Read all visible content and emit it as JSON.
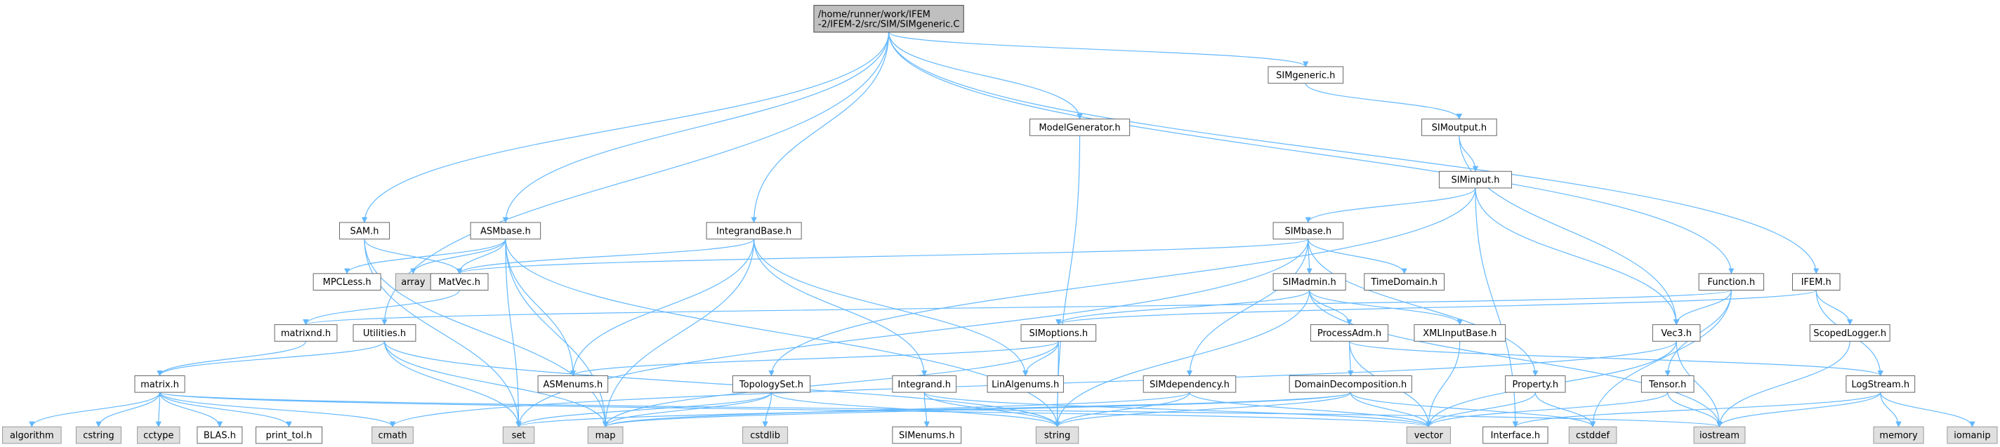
{
  "graph": {
    "edge_color": "#63b8ff",
    "nodes": [
      {
        "id": "root",
        "lines": [
          "/home/runner/work/IFEM",
          "-2/IFEM-2/src/SIM/SIMgeneric.C"
        ],
        "kind": "root"
      },
      {
        "id": "SIMgeneric.h",
        "lines": [
          "SIMgeneric.h"
        ],
        "kind": "local"
      },
      {
        "id": "ModelGenerator.h",
        "lines": [
          "ModelGenerator.h"
        ],
        "kind": "local"
      },
      {
        "id": "SIMoutput.h",
        "lines": [
          "SIMoutput.h"
        ],
        "kind": "local"
      },
      {
        "id": "SIMinput.h",
        "lines": [
          "SIMinput.h"
        ],
        "kind": "local"
      },
      {
        "id": "SAM.h",
        "lines": [
          "SAM.h"
        ],
        "kind": "local"
      },
      {
        "id": "ASMbase.h",
        "lines": [
          "ASMbase.h"
        ],
        "kind": "local"
      },
      {
        "id": "IntegrandBase.h",
        "lines": [
          "IntegrandBase.h"
        ],
        "kind": "local"
      },
      {
        "id": "SIMbase.h",
        "lines": [
          "SIMbase.h"
        ],
        "kind": "local"
      },
      {
        "id": "MPCLess.h",
        "lines": [
          "MPCLess.h"
        ],
        "kind": "local"
      },
      {
        "id": "array",
        "lines": [
          "array"
        ],
        "kind": "system"
      },
      {
        "id": "MatVec.h",
        "lines": [
          "MatVec.h"
        ],
        "kind": "local"
      },
      {
        "id": "SIMadmin.h",
        "lines": [
          "SIMadmin.h"
        ],
        "kind": "local"
      },
      {
        "id": "TimeDomain.h",
        "lines": [
          "TimeDomain.h"
        ],
        "kind": "local"
      },
      {
        "id": "Function.h",
        "lines": [
          "Function.h"
        ],
        "kind": "local"
      },
      {
        "id": "IFEM.h",
        "lines": [
          "IFEM.h"
        ],
        "kind": "local"
      },
      {
        "id": "matrixnd.h",
        "lines": [
          "matrixnd.h"
        ],
        "kind": "local"
      },
      {
        "id": "Utilities.h",
        "lines": [
          "Utilities.h"
        ],
        "kind": "local"
      },
      {
        "id": "SIMoptions.h",
        "lines": [
          "SIMoptions.h"
        ],
        "kind": "local"
      },
      {
        "id": "ProcessAdm.h",
        "lines": [
          "ProcessAdm.h"
        ],
        "kind": "local"
      },
      {
        "id": "XMLInputBase.h",
        "lines": [
          "XMLInputBase.h"
        ],
        "kind": "local"
      },
      {
        "id": "Vec3.h",
        "lines": [
          "Vec3.h"
        ],
        "kind": "local"
      },
      {
        "id": "ScopedLogger.h",
        "lines": [
          "ScopedLogger.h"
        ],
        "kind": "local"
      },
      {
        "id": "matrix.h",
        "lines": [
          "matrix.h"
        ],
        "kind": "local"
      },
      {
        "id": "ASMenums.h",
        "lines": [
          "ASMenums.h"
        ],
        "kind": "local"
      },
      {
        "id": "TopologySet.h",
        "lines": [
          "TopologySet.h"
        ],
        "kind": "local"
      },
      {
        "id": "Integrand.h",
        "lines": [
          "Integrand.h"
        ],
        "kind": "local"
      },
      {
        "id": "LinAlgenums.h",
        "lines": [
          "LinAlgenums.h"
        ],
        "kind": "local"
      },
      {
        "id": "SIMdependency.h",
        "lines": [
          "SIMdependency.h"
        ],
        "kind": "local"
      },
      {
        "id": "DomainDecomposition.h",
        "lines": [
          "DomainDecomposition.h"
        ],
        "kind": "local"
      },
      {
        "id": "Property.h",
        "lines": [
          "Property.h"
        ],
        "kind": "local"
      },
      {
        "id": "Tensor.h",
        "lines": [
          "Tensor.h"
        ],
        "kind": "local"
      },
      {
        "id": "LogStream.h",
        "lines": [
          "LogStream.h"
        ],
        "kind": "local"
      },
      {
        "id": "algorithm",
        "lines": [
          "algorithm"
        ],
        "kind": "system"
      },
      {
        "id": "cstring",
        "lines": [
          "cstring"
        ],
        "kind": "system"
      },
      {
        "id": "cctype",
        "lines": [
          "cctype"
        ],
        "kind": "system"
      },
      {
        "id": "BLAS.h",
        "lines": [
          "BLAS.h"
        ],
        "kind": "local"
      },
      {
        "id": "print_tol.h",
        "lines": [
          "print_tol.h"
        ],
        "kind": "local"
      },
      {
        "id": "cmath",
        "lines": [
          "cmath"
        ],
        "kind": "system"
      },
      {
        "id": "set",
        "lines": [
          "set"
        ],
        "kind": "system"
      },
      {
        "id": "map",
        "lines": [
          "map"
        ],
        "kind": "system"
      },
      {
        "id": "cstdlib",
        "lines": [
          "cstdlib"
        ],
        "kind": "system"
      },
      {
        "id": "SIMenums.h",
        "lines": [
          "SIMenums.h"
        ],
        "kind": "local"
      },
      {
        "id": "string",
        "lines": [
          "string"
        ],
        "kind": "system"
      },
      {
        "id": "vector",
        "lines": [
          "vector"
        ],
        "kind": "system"
      },
      {
        "id": "Interface.h",
        "lines": [
          "Interface.h"
        ],
        "kind": "local"
      },
      {
        "id": "cstddef",
        "lines": [
          "cstddef"
        ],
        "kind": "system"
      },
      {
        "id": "iostream",
        "lines": [
          "iostream"
        ],
        "kind": "system"
      },
      {
        "id": "memory",
        "lines": [
          "memory"
        ],
        "kind": "system"
      },
      {
        "id": "iomanip",
        "lines": [
          "iomanip"
        ],
        "kind": "system"
      }
    ],
    "edges": [
      [
        "root",
        "SIMgeneric.h"
      ],
      [
        "root",
        "ModelGenerator.h"
      ],
      [
        "root",
        "SAM.h"
      ],
      [
        "root",
        "ASMbase.h"
      ],
      [
        "root",
        "IntegrandBase.h"
      ],
      [
        "root",
        "Function.h"
      ],
      [
        "root",
        "IFEM.h"
      ],
      [
        "root",
        "Utilities.h"
      ],
      [
        "SIMgeneric.h",
        "SIMoutput.h"
      ],
      [
        "ModelGenerator.h",
        "string"
      ],
      [
        "SIMoutput.h",
        "SIMinput.h"
      ],
      [
        "SIMoutput.h",
        "Vec3.h"
      ],
      [
        "SIMinput.h",
        "SIMbase.h"
      ],
      [
        "SIMinput.h",
        "TopologySet.h"
      ],
      [
        "SIMinput.h",
        "Vec3.h"
      ],
      [
        "SIMinput.h",
        "Interface.h"
      ],
      [
        "SAM.h",
        "MatVec.h"
      ],
      [
        "SAM.h",
        "set"
      ],
      [
        "SAM.h",
        "map"
      ],
      [
        "ASMbase.h",
        "MPCLess.h"
      ],
      [
        "ASMbase.h",
        "array"
      ],
      [
        "ASMbase.h",
        "MatVec.h"
      ],
      [
        "ASMbase.h",
        "ASMenums.h"
      ],
      [
        "ASMbase.h",
        "set"
      ],
      [
        "ASMbase.h",
        "map"
      ],
      [
        "ASMbase.h",
        "string"
      ],
      [
        "IntegrandBase.h",
        "MatVec.h"
      ],
      [
        "IntegrandBase.h",
        "ASMenums.h"
      ],
      [
        "IntegrandBase.h",
        "Integrand.h"
      ],
      [
        "IntegrandBase.h",
        "LinAlgenums.h"
      ],
      [
        "IntegrandBase.h",
        "map"
      ],
      [
        "SIMbase.h",
        "MatVec.h"
      ],
      [
        "SIMbase.h",
        "SIMadmin.h"
      ],
      [
        "SIMbase.h",
        "TimeDomain.h"
      ],
      [
        "SIMbase.h",
        "SIMdependency.h"
      ],
      [
        "SIMbase.h",
        "Property.h"
      ],
      [
        "SIMbase.h",
        "set"
      ],
      [
        "MatVec.h",
        "matrixnd.h"
      ],
      [
        "SIMadmin.h",
        "SIMoptions.h"
      ],
      [
        "SIMadmin.h",
        "ProcessAdm.h"
      ],
      [
        "SIMadmin.h",
        "XMLInputBase.h"
      ],
      [
        "SIMadmin.h",
        "string"
      ],
      [
        "SIMadmin.h",
        "iostream"
      ],
      [
        "Function.h",
        "Vec3.h"
      ],
      [
        "Function.h",
        "Tensor.h"
      ],
      [
        "Function.h",
        "matrixnd.h"
      ],
      [
        "Function.h",
        "cstddef"
      ],
      [
        "IFEM.h",
        "SIMoptions.h"
      ],
      [
        "IFEM.h",
        "ScopedLogger.h"
      ],
      [
        "IFEM.h",
        "LogStream.h"
      ],
      [
        "matrixnd.h",
        "matrix.h"
      ],
      [
        "Utilities.h",
        "matrix.h"
      ],
      [
        "Utilities.h",
        "set"
      ],
      [
        "Utilities.h",
        "map"
      ],
      [
        "Utilities.h",
        "string"
      ],
      [
        "SIMoptions.h",
        "ASMenums.h"
      ],
      [
        "SIMoptions.h",
        "LinAlgenums.h"
      ],
      [
        "SIMoptions.h",
        "map"
      ],
      [
        "SIMoptions.h",
        "string"
      ],
      [
        "ProcessAdm.h",
        "DomainDecomposition.h"
      ],
      [
        "ProcessAdm.h",
        "LogStream.h"
      ],
      [
        "ProcessAdm.h",
        "vector"
      ],
      [
        "XMLInputBase.h",
        "vector"
      ],
      [
        "Vec3.h",
        "cmath"
      ],
      [
        "Vec3.h",
        "vector"
      ],
      [
        "Vec3.h",
        "iostream"
      ],
      [
        "ScopedLogger.h",
        "iostream"
      ],
      [
        "matrix.h",
        "algorithm"
      ],
      [
        "matrix.h",
        "cstring"
      ],
      [
        "matrix.h",
        "cctype"
      ],
      [
        "matrix.h",
        "BLAS.h"
      ],
      [
        "matrix.h",
        "print_tol.h"
      ],
      [
        "matrix.h",
        "cmath"
      ],
      [
        "matrix.h",
        "vector"
      ],
      [
        "matrix.h",
        "iostream"
      ],
      [
        "TopologySet.h",
        "cstdlib"
      ],
      [
        "TopologySet.h",
        "map"
      ],
      [
        "TopologySet.h",
        "set"
      ],
      [
        "TopologySet.h",
        "string"
      ],
      [
        "Integrand.h",
        "SIMenums.h"
      ],
      [
        "Integrand.h",
        "string"
      ],
      [
        "Integrand.h",
        "vector"
      ],
      [
        "SIMdependency.h",
        "map"
      ],
      [
        "SIMdependency.h",
        "string"
      ],
      [
        "SIMdependency.h",
        "vector"
      ],
      [
        "DomainDecomposition.h",
        "map"
      ],
      [
        "DomainDecomposition.h",
        "set"
      ],
      [
        "DomainDecomposition.h",
        "string"
      ],
      [
        "DomainDecomposition.h",
        "vector"
      ],
      [
        "DomainDecomposition.h",
        "cstddef"
      ],
      [
        "Property.h",
        "vector"
      ],
      [
        "Property.h",
        "cstddef"
      ],
      [
        "Tensor.h",
        "vector"
      ],
      [
        "Tensor.h",
        "iostream"
      ],
      [
        "LogStream.h",
        "memory"
      ],
      [
        "LogStream.h",
        "iomanip"
      ],
      [
        "LogStream.h",
        "iostream"
      ],
      [
        "LogStream.h",
        "Interface.h"
      ]
    ]
  }
}
